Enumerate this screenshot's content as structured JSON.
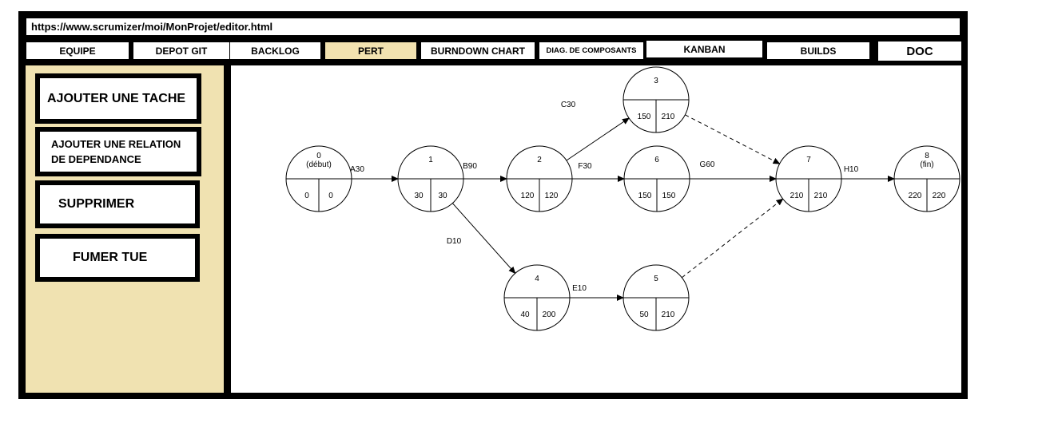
{
  "browser": {
    "url": "https://www.scrumizer/moi/MonProjet/editor.html"
  },
  "tabs": [
    {
      "id": "equipe",
      "label": "EQUIPE"
    },
    {
      "id": "depot-git",
      "label": "DEPOT GIT"
    },
    {
      "id": "backlog",
      "label": "BACKLOG"
    },
    {
      "id": "pert",
      "label": "PERT",
      "active": true
    },
    {
      "id": "burndown",
      "label": "BURNDOWN CHART"
    },
    {
      "id": "diag-composants",
      "label": "DIAG. DE COMPOSANTS"
    },
    {
      "id": "kanban",
      "label": "KANBAN"
    },
    {
      "id": "builds",
      "label": "BUILDS"
    },
    {
      "id": "doc",
      "label": "DOC"
    }
  ],
  "sidebar": {
    "actions": [
      {
        "label": "AJOUTER UNE TACHE"
      },
      {
        "label_line1": "AJOUTER UNE RELATION",
        "label_line2": "DE DEPENDANCE"
      },
      {
        "label": "SUPPRIMER"
      },
      {
        "label": "FUMER TUE"
      }
    ]
  },
  "pert": {
    "nodes": [
      {
        "id": "0",
        "sub": "(début)",
        "early": "0",
        "late": "0"
      },
      {
        "id": "1",
        "early": "30",
        "late": "30"
      },
      {
        "id": "2",
        "early": "120",
        "late": "120"
      },
      {
        "id": "3",
        "early": "150",
        "late": "210"
      },
      {
        "id": "4",
        "early": "40",
        "late": "200"
      },
      {
        "id": "5",
        "early": "50",
        "late": "210"
      },
      {
        "id": "6",
        "early": "150",
        "late": "150"
      },
      {
        "id": "7",
        "early": "210",
        "late": "210"
      },
      {
        "id": "8",
        "sub": "(fin)",
        "early": "220",
        "late": "220"
      }
    ],
    "edges": [
      {
        "from": "0",
        "to": "1",
        "label": "A30"
      },
      {
        "from": "1",
        "to": "2",
        "label": "B90"
      },
      {
        "from": "2",
        "to": "3",
        "label": "C30"
      },
      {
        "from": "1",
        "to": "4",
        "label": "D10"
      },
      {
        "from": "4",
        "to": "5",
        "label": "E10"
      },
      {
        "from": "2",
        "to": "6",
        "label": "F30"
      },
      {
        "from": "6",
        "to": "7",
        "label": "G60"
      },
      {
        "from": "7",
        "to": "8",
        "label": "H10"
      },
      {
        "from": "3",
        "to": "7",
        "label": "",
        "dashed": true
      },
      {
        "from": "5",
        "to": "7",
        "label": "",
        "dashed": true
      }
    ]
  }
}
